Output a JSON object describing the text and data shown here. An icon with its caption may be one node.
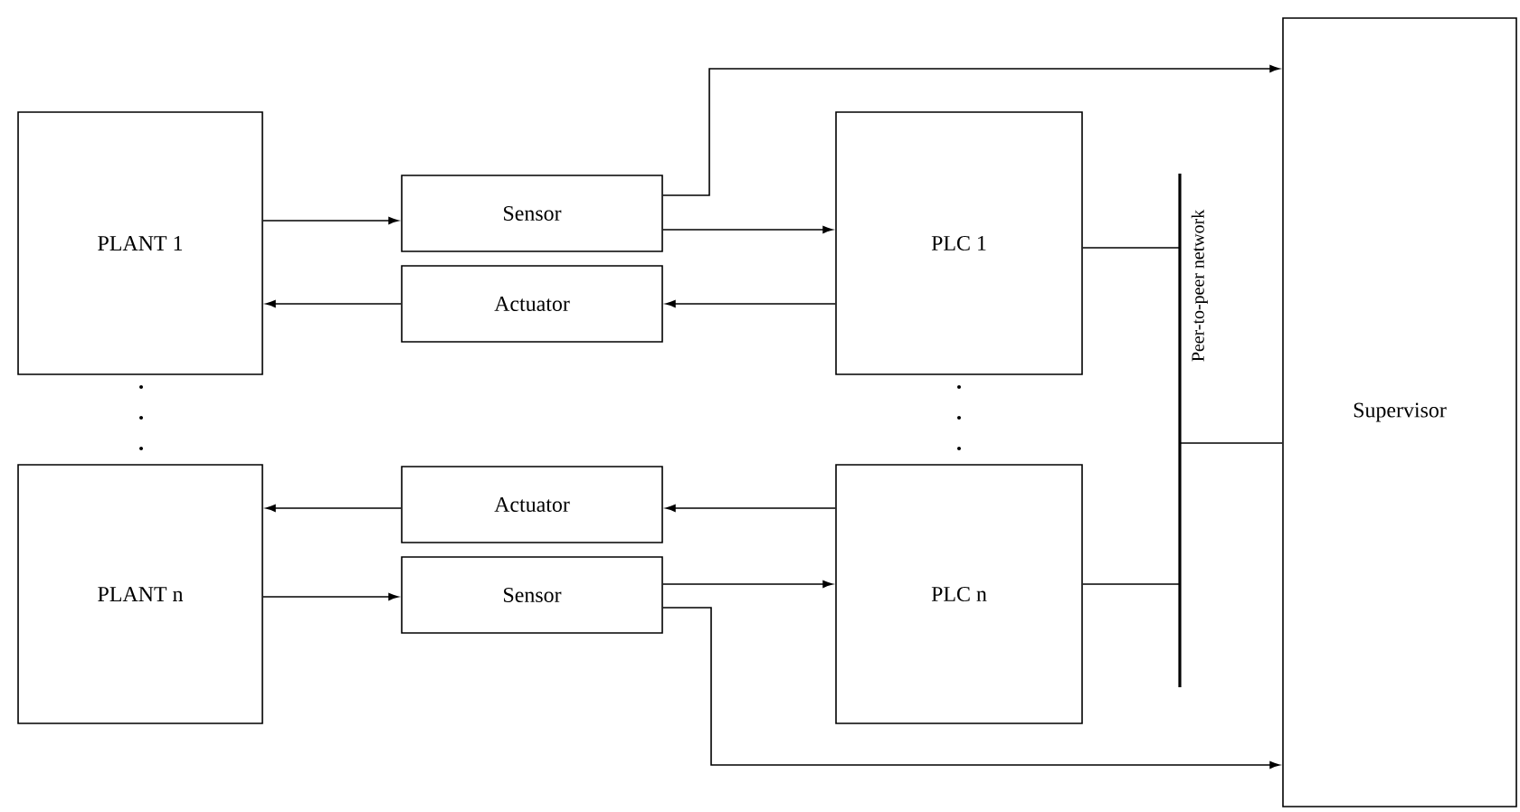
{
  "diagram": {
    "nodes": [
      {
        "text": [
          "PLANT 1"
        ]
      },
      {
        "text": [
          "Sensor"
        ]
      },
      {
        "text": [
          "Actuator"
        ]
      },
      {
        "text": [
          "PLC 1"
        ]
      },
      {
        "text": [
          "PLANT n"
        ]
      },
      {
        "text": [
          "Actuator"
        ]
      },
      {
        "text": [
          "Sensor"
        ]
      },
      {
        "text": [
          "PLC n"
        ]
      },
      {
        "text": [
          "Supervisor"
        ]
      },
      {
        "text": [
          "Peer-to-peer network"
        ]
      }
    ],
    "edges": [
      {
        "from": 0,
        "to": 1,
        "arrow": "to"
      },
      {
        "from": 1,
        "to": 3,
        "arrow": "to"
      },
      {
        "from": 1,
        "to": 8,
        "arrow": "to"
      },
      {
        "from": 3,
        "to": 2,
        "arrow": "to"
      },
      {
        "from": 2,
        "to": 0,
        "arrow": "to"
      },
      {
        "from": 3,
        "to": 9,
        "arrow": "none"
      },
      {
        "from": 7,
        "to": 5,
        "arrow": "to"
      },
      {
        "from": 5,
        "to": 4,
        "arrow": "to"
      },
      {
        "from": 4,
        "to": 6,
        "arrow": "to"
      },
      {
        "from": 6,
        "to": 7,
        "arrow": "to"
      },
      {
        "from": 6,
        "to": 8,
        "arrow": "to"
      },
      {
        "from": 7,
        "to": 9,
        "arrow": "none"
      },
      {
        "from": 9,
        "to": 8,
        "arrow": "none"
      }
    ]
  }
}
